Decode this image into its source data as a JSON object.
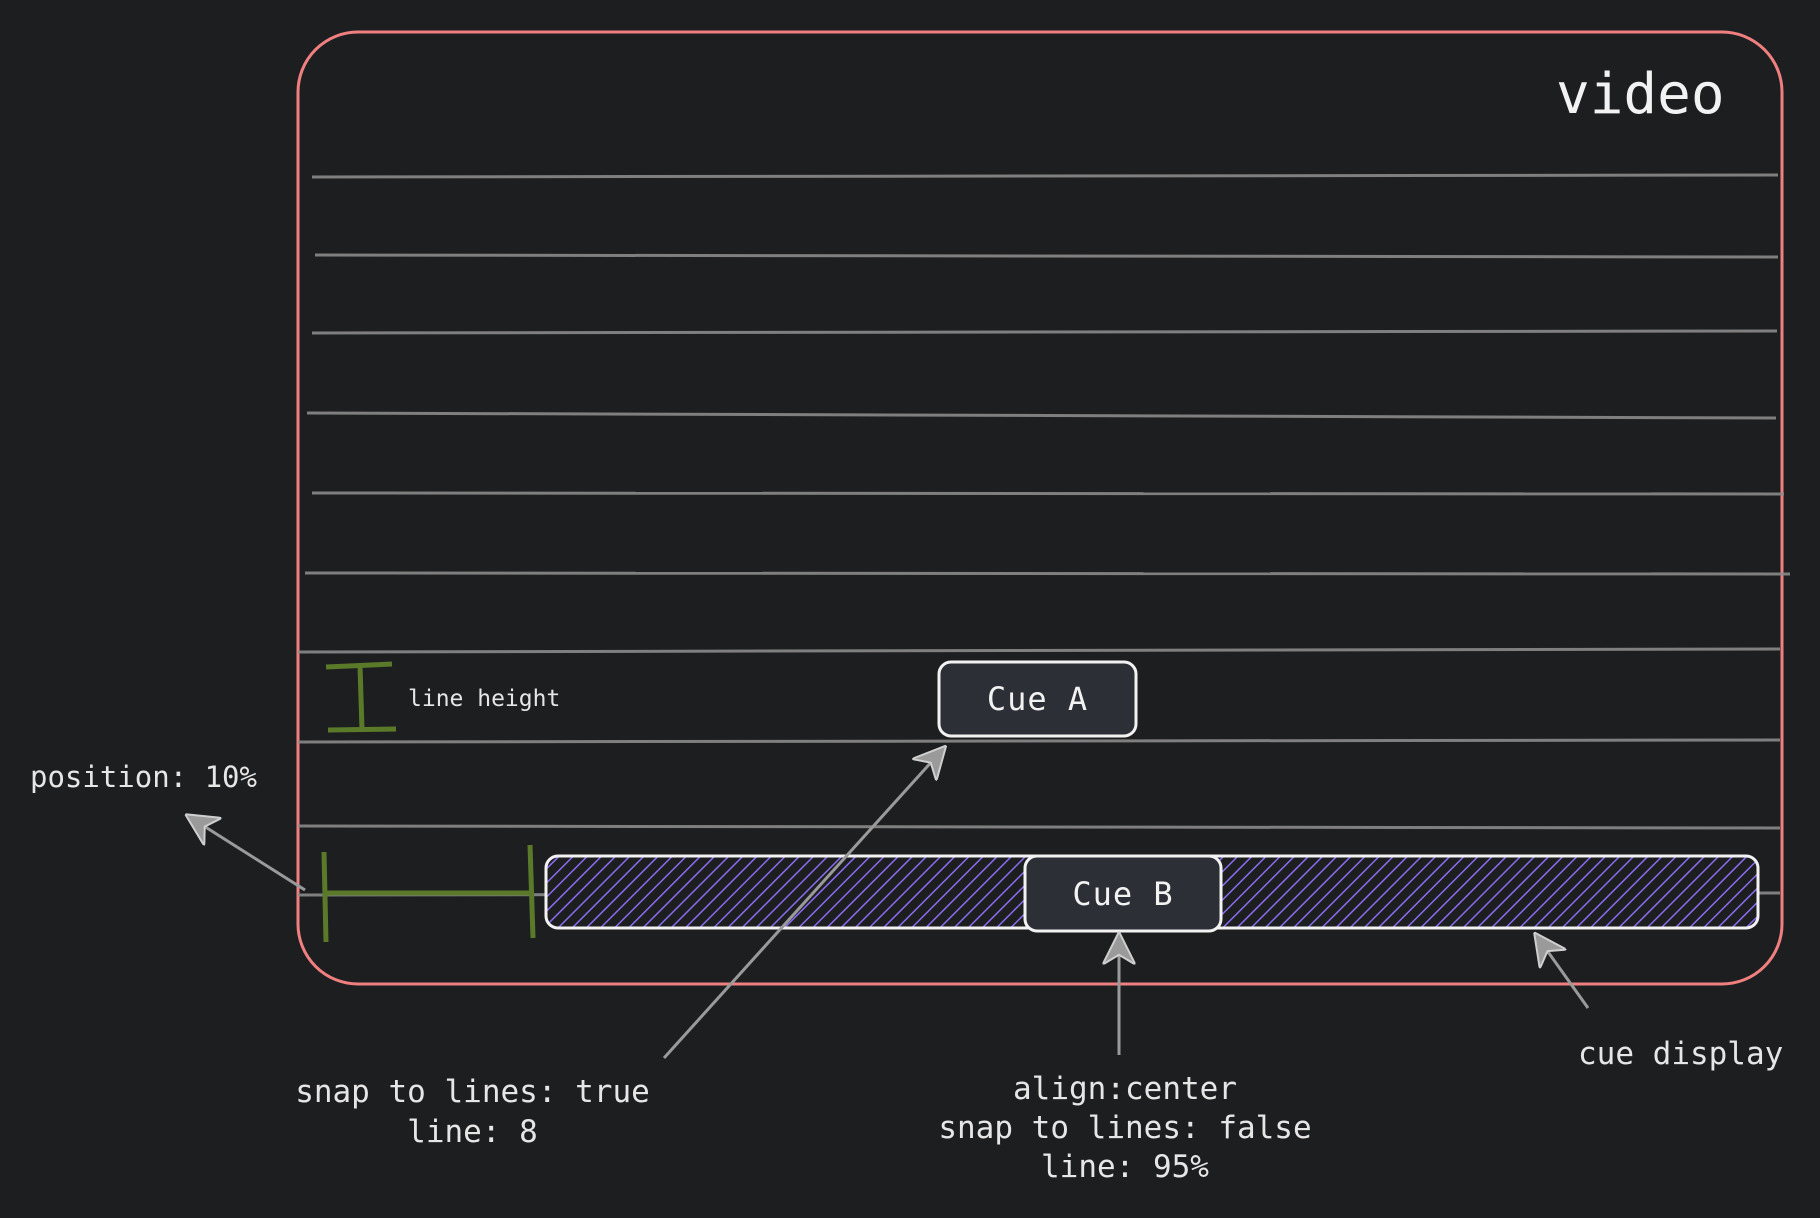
{
  "video": {
    "label": "video"
  },
  "cue_a": {
    "label": "Cue A"
  },
  "cue_b": {
    "label": "Cue B"
  },
  "annotations": {
    "line_height": "line height",
    "position": "position: 10%",
    "snap_true": {
      "line1": "snap to lines: true",
      "line2": "line: 8"
    },
    "align": {
      "line1": "align:center",
      "line2": "snap to lines: false",
      "line3": "line: 95%"
    },
    "cue_display": "cue display"
  },
  "colors": {
    "background": "#1d1e20",
    "video_border": "#f08080",
    "gridline": "#8a8a8a",
    "measure": "#5a7a2a",
    "cue_fill": "#2c2f35",
    "hatch": "#8a6cf0",
    "arrow": "#9a9a9a",
    "text": "#e6e6e6"
  },
  "icons": {
    "arrow": "arrow-icon"
  }
}
